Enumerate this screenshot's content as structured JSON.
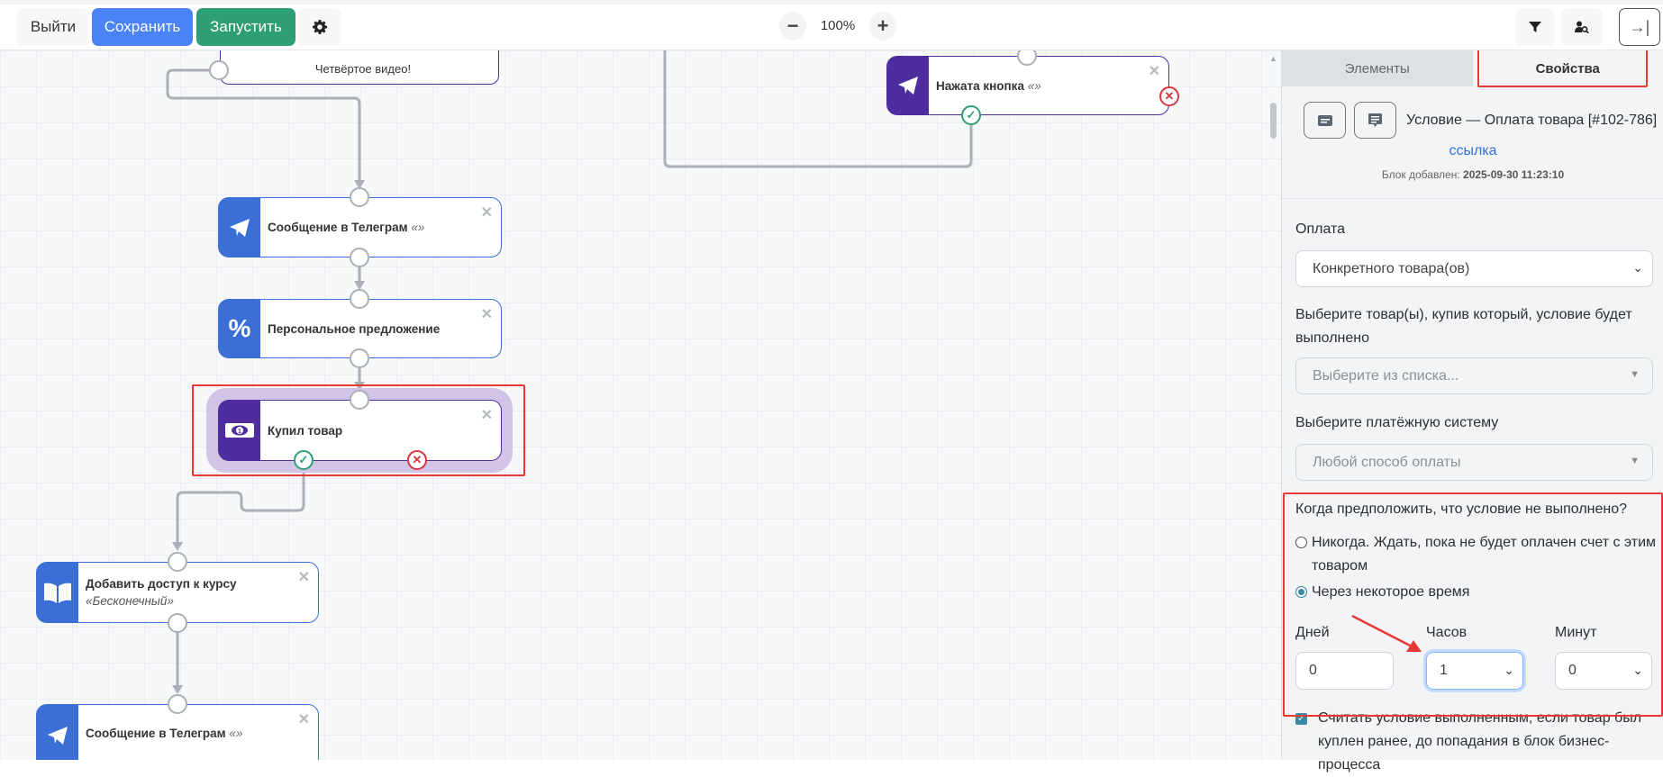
{
  "toolbar": {
    "exit_label": "Выйти",
    "save_label": "Сохранить",
    "run_label": "Запустить",
    "settings_icon": "gear-icon",
    "zoom_level": "100%",
    "zoom_out": "−",
    "zoom_in": "+",
    "filter_icon": "filter-icon",
    "user_search_icon": "user-search-icon",
    "collapse_icon": "→|"
  },
  "canvas": {
    "nodes": [
      {
        "title": "Четвёртое видео!"
      },
      {
        "title": "Нажата кнопка",
        "quote": "«»"
      },
      {
        "title": "Сообщение в Телеграм",
        "quote": "«»"
      },
      {
        "title": "Персональное предложение"
      },
      {
        "title": "Купил товар"
      },
      {
        "title": "Добавить доступ к курсу",
        "subtitle": "«Бесконечный»"
      },
      {
        "title": "Сообщение в Телеграм",
        "quote": "«»"
      }
    ],
    "close_glyph": "✕",
    "ok_glyph": "✓",
    "no_glyph": "✕"
  },
  "panel": {
    "tabs": [
      {
        "label": "Элементы"
      },
      {
        "label": "Свойства",
        "active": true
      }
    ],
    "block_title": "Условие — Оплата товара [#102-786]",
    "link_label": "ссылка",
    "added_label": "Блок добавлен:",
    "added_value": "2025-09-30 11:23:10",
    "payment_label": "Оплата",
    "payment_value": "Конкретного товара(ов)",
    "products_label": "Выберите товар(ы), купив который, условие будет выполнено",
    "products_placeholder": "Выберите из списка...",
    "paysystem_label": "Выберите платёжную систему",
    "paysystem_placeholder": "Любой способ оплаты",
    "fail_question": "Когда предположить, что условие не выполнено?",
    "radio_never": "Никогда. Ждать, пока не будет оплачен счет с этим товаром",
    "radio_after": "Через некоторое время",
    "radio_selected": "after",
    "days_label": "Дней",
    "days_value": "0",
    "hours_label": "Часов",
    "hours_value": "1",
    "minutes_label": "Минут",
    "minutes_value": "0",
    "checkbox_label": "Считать условие выполненным, если товар был куплен ранее, до попадания в блок бизнес-процесса",
    "checkbox_checked": true
  },
  "colors": {
    "primary": "#4a83f5",
    "success": "#2e9f74",
    "danger": "#d9363e",
    "node_blue": "#3b6fd6",
    "node_purple": "#4f2d9e",
    "annotation": "#e53935"
  }
}
